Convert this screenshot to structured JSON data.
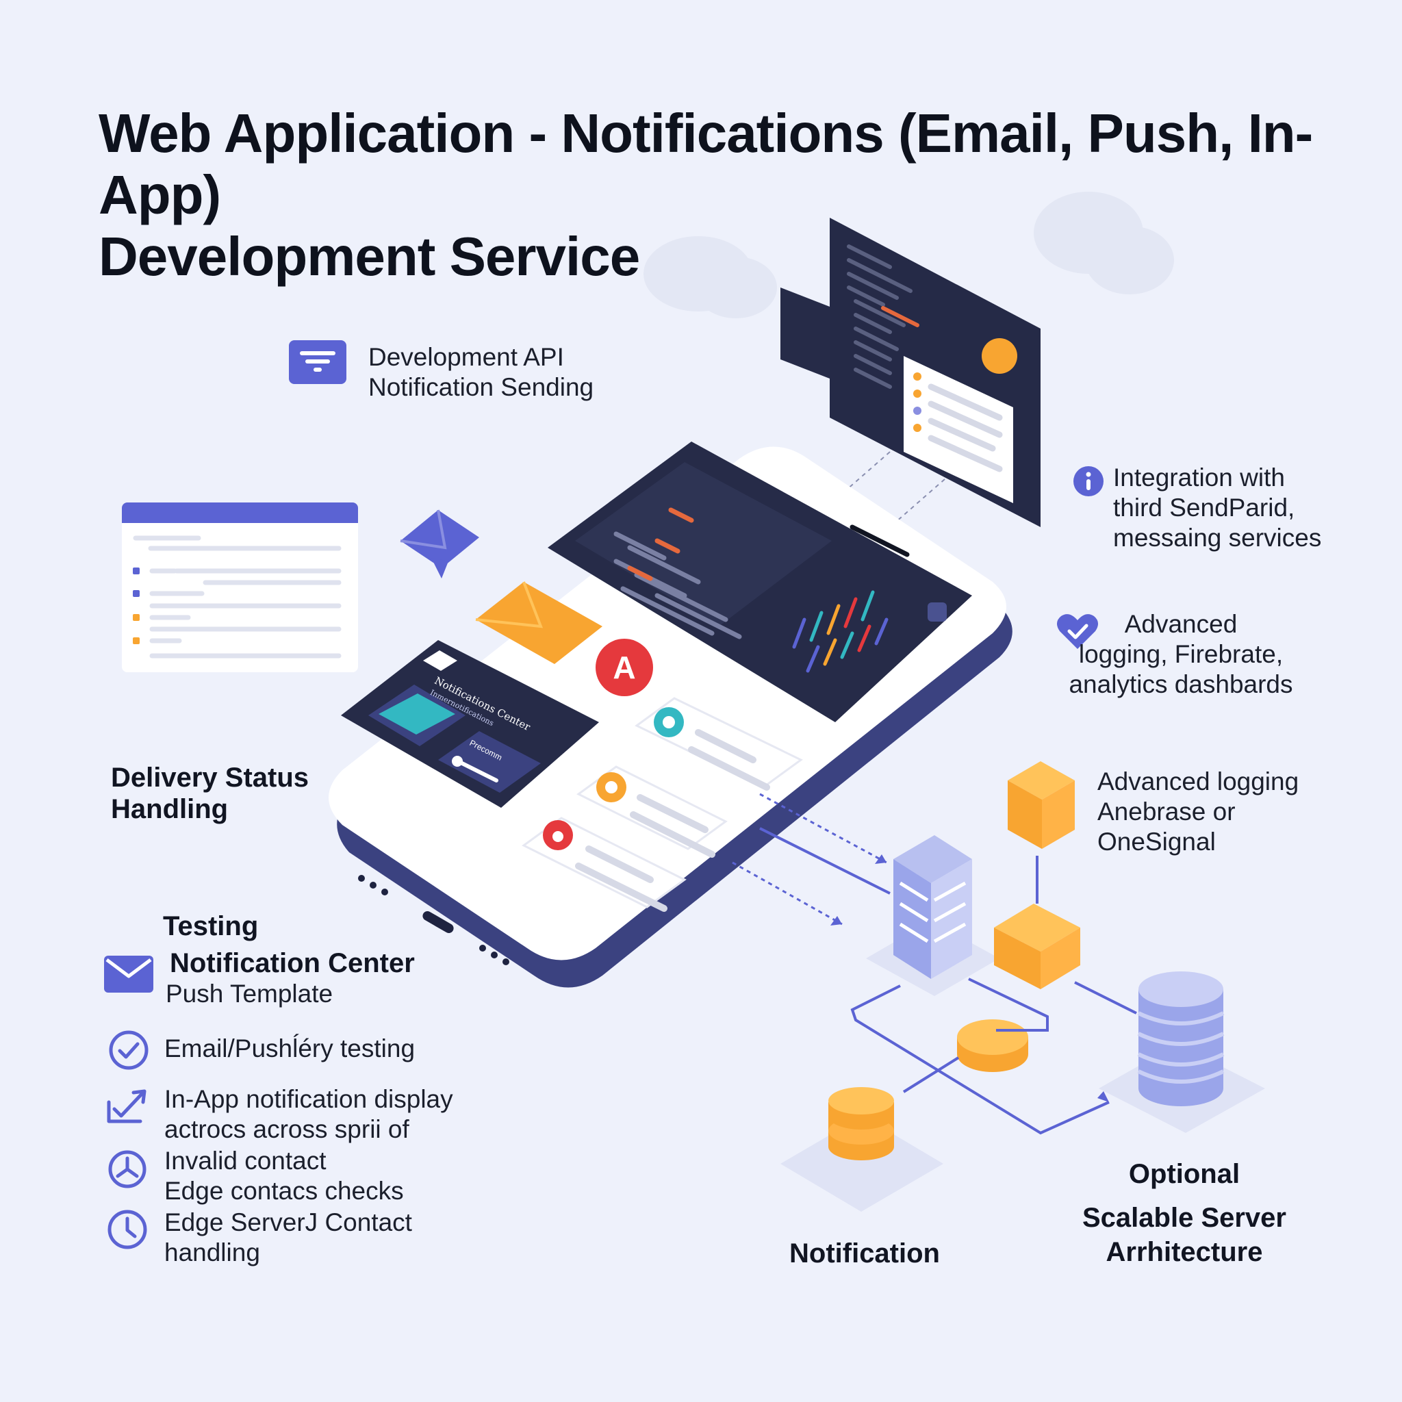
{
  "title": {
    "line1": "Web Application - Notifications (Email, Push, In-App)",
    "line2": "Development Service"
  },
  "api_callout": {
    "line1": "Development API",
    "line2": "Notification Sending",
    "icon": "filter-panel-icon"
  },
  "integration_callout": {
    "line1": "Integration with",
    "line2": "third SendParid,",
    "line3": "messaing services",
    "icon": "info-icon"
  },
  "logging_callout": {
    "line1": "Advanced",
    "line2": "logging, Firebrate,",
    "line3": "analytics dashbards",
    "icon": "heart-check-icon"
  },
  "logging2_callout": {
    "line1": "Advanced logging",
    "line2": "Anebrase or",
    "line3": "OneSignal",
    "icon": "cube-icon"
  },
  "delivery_status": {
    "line1": "Delivery Status",
    "line2": "Handling"
  },
  "testing": {
    "heading": "Testing",
    "subheading": "Notification Center",
    "sub": "Push Template",
    "icon": "mail-icon"
  },
  "checklist": [
    {
      "lines": [
        "Email/Pushĺéry testing"
      ],
      "icon": "check-circle-icon"
    },
    {
      "lines": [
        "In-App notification display",
        "actrocs across sprii of"
      ],
      "icon": "trend-check-icon"
    },
    {
      "lines": [
        "Invalid contact",
        "Edge contacs checks"
      ],
      "icon": "timer-icon"
    },
    {
      "lines": [
        "Edge ServerJ Contact",
        "handling"
      ],
      "icon": "clock-icon"
    }
  ],
  "notification_label": "Notification",
  "optional_label": {
    "line1": "Optional",
    "line2": "Scalable Server",
    "line3": "Arrhitecture"
  },
  "phone_card": {
    "title": "Notifications Center",
    "subtitle": "Inmernotifications",
    "toggle_label": "Precomm"
  },
  "badge_letter": "A",
  "colors": {
    "navy": "#2a2f4f",
    "indigo": "#5b63d3",
    "orange": "#f8a531",
    "red": "#e5393d",
    "teal": "#33b8c2",
    "background": "#eef1fb"
  }
}
